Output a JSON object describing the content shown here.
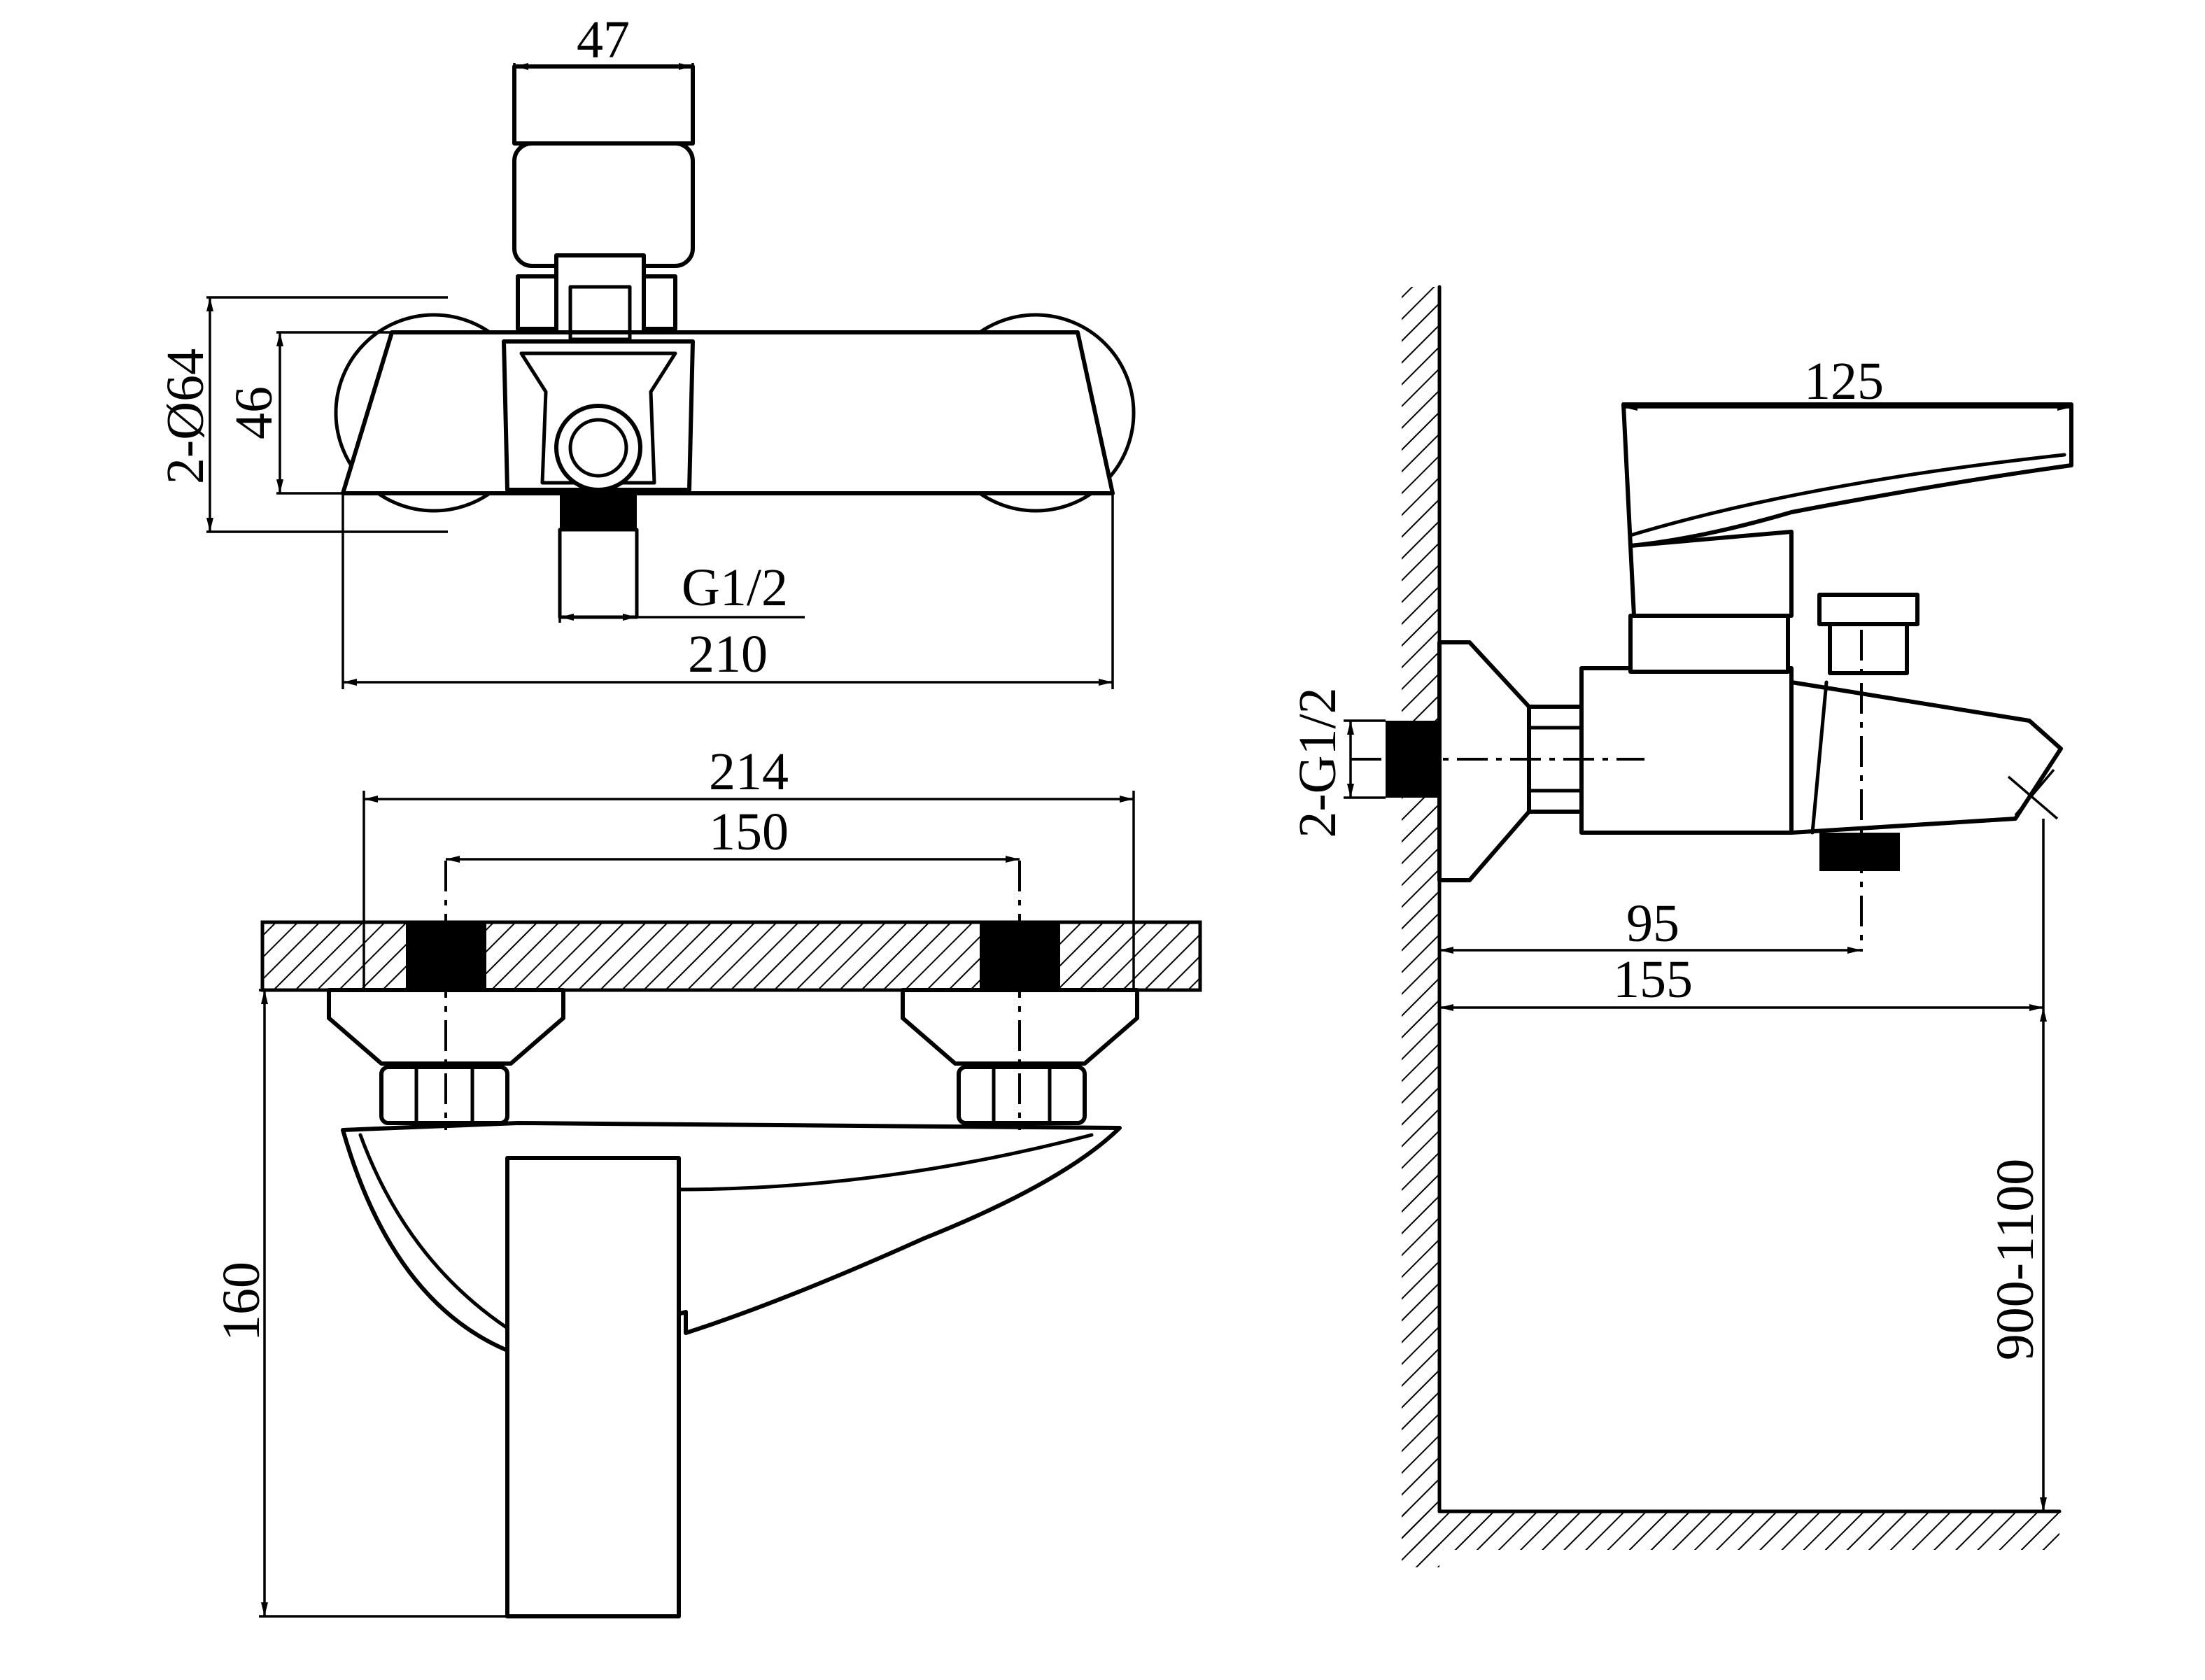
{
  "colors": {
    "line": "#000000",
    "background": "#ffffff",
    "hatch": "#000000"
  },
  "top_view": {
    "handle_width": "47",
    "flange_diameter": "2-Ø64",
    "body_height": "46",
    "inlet_thread": "G1/2",
    "overall_width": "210"
  },
  "front_view": {
    "wall_width": "214",
    "inlet_spacing": "150",
    "height": "160"
  },
  "side_view": {
    "handle_length": "125",
    "inlet_thread": "2-G1/2",
    "outlet_offset": "95",
    "spout_reach": "155",
    "install_height": "900-1100"
  }
}
